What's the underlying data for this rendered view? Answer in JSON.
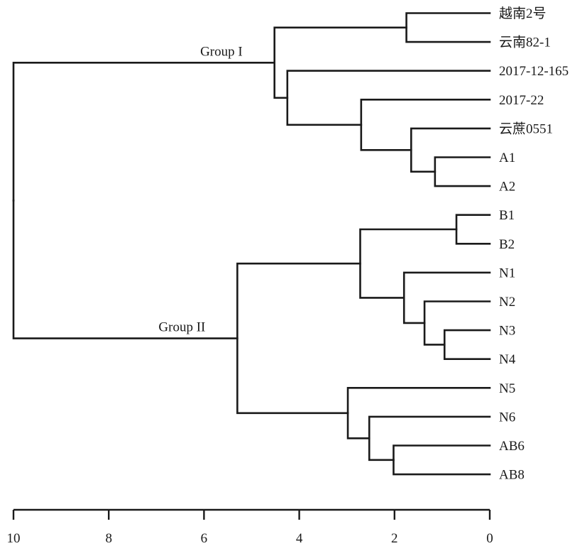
{
  "chart_data": {
    "type": "dendrogram",
    "xlabel": "",
    "ylabel": "",
    "xlim": [
      10,
      0
    ],
    "ticks": [
      "10",
      "8",
      "6",
      "4",
      "2",
      "0"
    ],
    "leaves": [
      "越南2号",
      "云南82-1",
      "2017-12-165",
      "2017-22",
      "云蔗0551",
      "A1",
      "A2",
      "B1",
      "B2",
      "N1",
      "N2",
      "N3",
      "N4",
      "N5",
      "N6",
      "AB6",
      "AB8"
    ],
    "merges": [
      {
        "id": "m1",
        "height": 1.75,
        "children": [
          "越南2号",
          "云南82-1"
        ]
      },
      {
        "id": "m2",
        "height": 1.15,
        "children": [
          "A1",
          "A2"
        ]
      },
      {
        "id": "m3",
        "height": 1.65,
        "children": [
          "云蔗0551",
          "m2"
        ]
      },
      {
        "id": "m4",
        "height": 2.7,
        "children": [
          "2017-22",
          "m3"
        ]
      },
      {
        "id": "m5",
        "height": 4.25,
        "children": [
          "2017-12-165",
          "m4"
        ]
      },
      {
        "id": "m6",
        "height": 4.52,
        "children": [
          "m1",
          "m5"
        ],
        "label": "Group I"
      },
      {
        "id": "m7",
        "height": 0.7,
        "children": [
          "B1",
          "B2"
        ]
      },
      {
        "id": "m8",
        "height": 0.95,
        "children": [
          "N3",
          "N4"
        ]
      },
      {
        "id": "m9",
        "height": 1.37,
        "children": [
          "N2",
          "m8"
        ]
      },
      {
        "id": "m10",
        "height": 1.8,
        "children": [
          "N1",
          "m9"
        ]
      },
      {
        "id": "m11",
        "height": 2.72,
        "children": [
          "m7",
          "m10"
        ]
      },
      {
        "id": "m12",
        "height": 2.02,
        "children": [
          "AB6",
          "AB8"
        ]
      },
      {
        "id": "m13",
        "height": 2.53,
        "children": [
          "N6",
          "m12"
        ]
      },
      {
        "id": "m14",
        "height": 2.98,
        "children": [
          "N5",
          "m13"
        ]
      },
      {
        "id": "m15",
        "height": 5.3,
        "children": [
          "m11",
          "m14"
        ],
        "label": "Group II"
      },
      {
        "id": "root",
        "height": 10.0,
        "children": [
          "m6",
          "m15"
        ]
      }
    ]
  }
}
